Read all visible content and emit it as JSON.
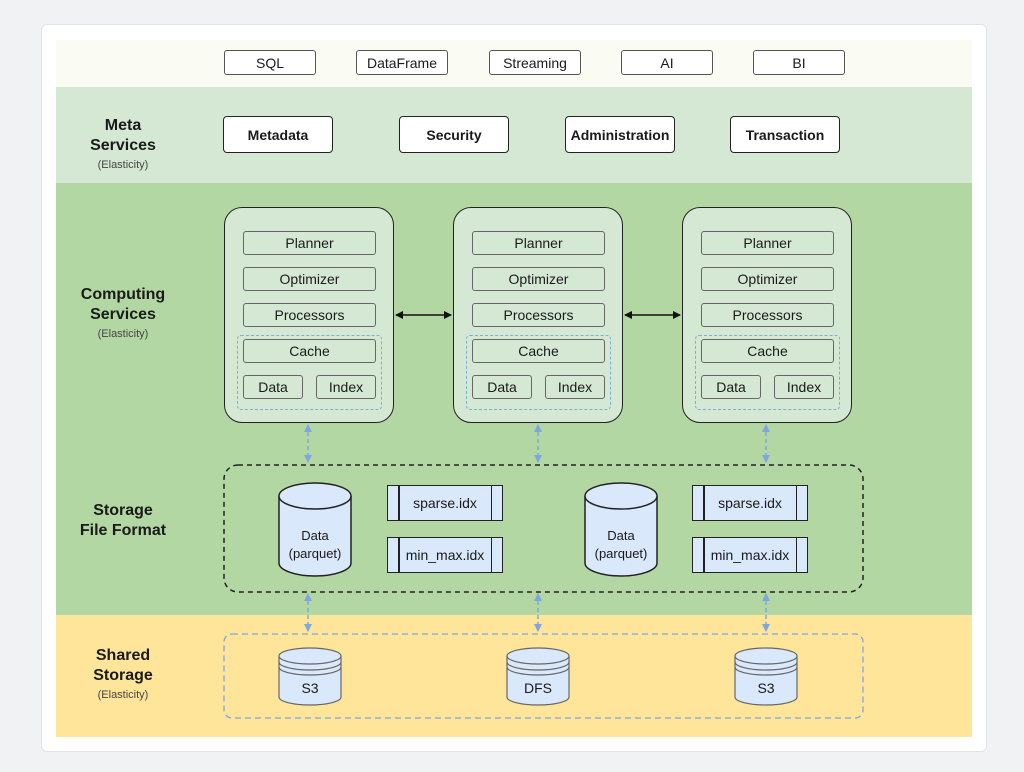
{
  "api_layer": [
    "SQL",
    "DataFrame",
    "Streaming",
    "AI",
    "BI"
  ],
  "meta": {
    "title_line1": "Meta",
    "title_line2": "Services",
    "subtitle": "(Elasticity)",
    "items": [
      "Metadata",
      "Security",
      "Administration",
      "Transaction"
    ]
  },
  "computing": {
    "title_line1": "Computing",
    "title_line2": "Services",
    "subtitle": "(Elasticity)",
    "modules": [
      "Planner",
      "Optimizer",
      "Processors",
      "Cache"
    ],
    "data_label": "Data",
    "index_label": "Index"
  },
  "storage": {
    "title_line1": "Storage",
    "title_line2": "File Format",
    "data_line1": "Data",
    "data_line2": "(parquet)",
    "sparse": "sparse.idx",
    "minmax": "min_max.idx"
  },
  "shared": {
    "title_line1": "Shared",
    "title_line2": "Storage",
    "subtitle": "(Elasticity)",
    "stores": [
      "S3",
      "DFS",
      "S3"
    ]
  },
  "colors": {
    "meta_band": "#d5e8d4",
    "compute_band": "#b3d7a3",
    "shared_band": "#ffe599",
    "file_fill": "#dae8fc",
    "link_blue": "#7ea6e0"
  }
}
